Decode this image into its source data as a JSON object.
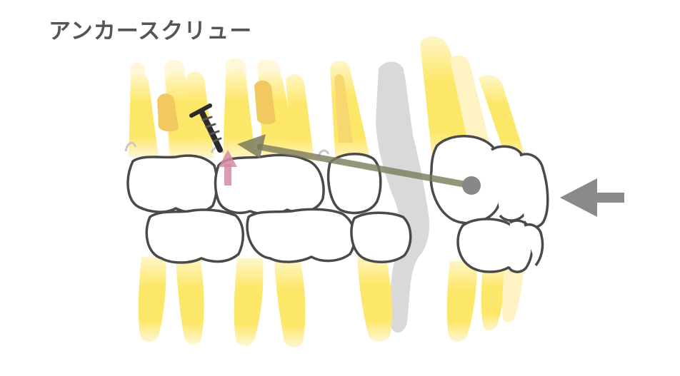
{
  "title": "アンカースクリュー",
  "colors": {
    "root_light": "#fff6cf",
    "root": "#fde36a",
    "root_shadow": "#f3c86a",
    "crown_fill": "#ffffff",
    "crown_stroke": "#4a4a4a",
    "extracted_tooth": "#d9d9d9",
    "arrow_olive": "#7a7a5a",
    "arrow_gray": "#8a8a8a",
    "screw": "#2b2b2b",
    "small_arrow": "#d58aa8",
    "title": "#555555"
  },
  "icons": [
    "anchor-screw-icon",
    "retraction-force-arrow",
    "backward-pressure-arrow",
    "upward-movement-arrow"
  ]
}
